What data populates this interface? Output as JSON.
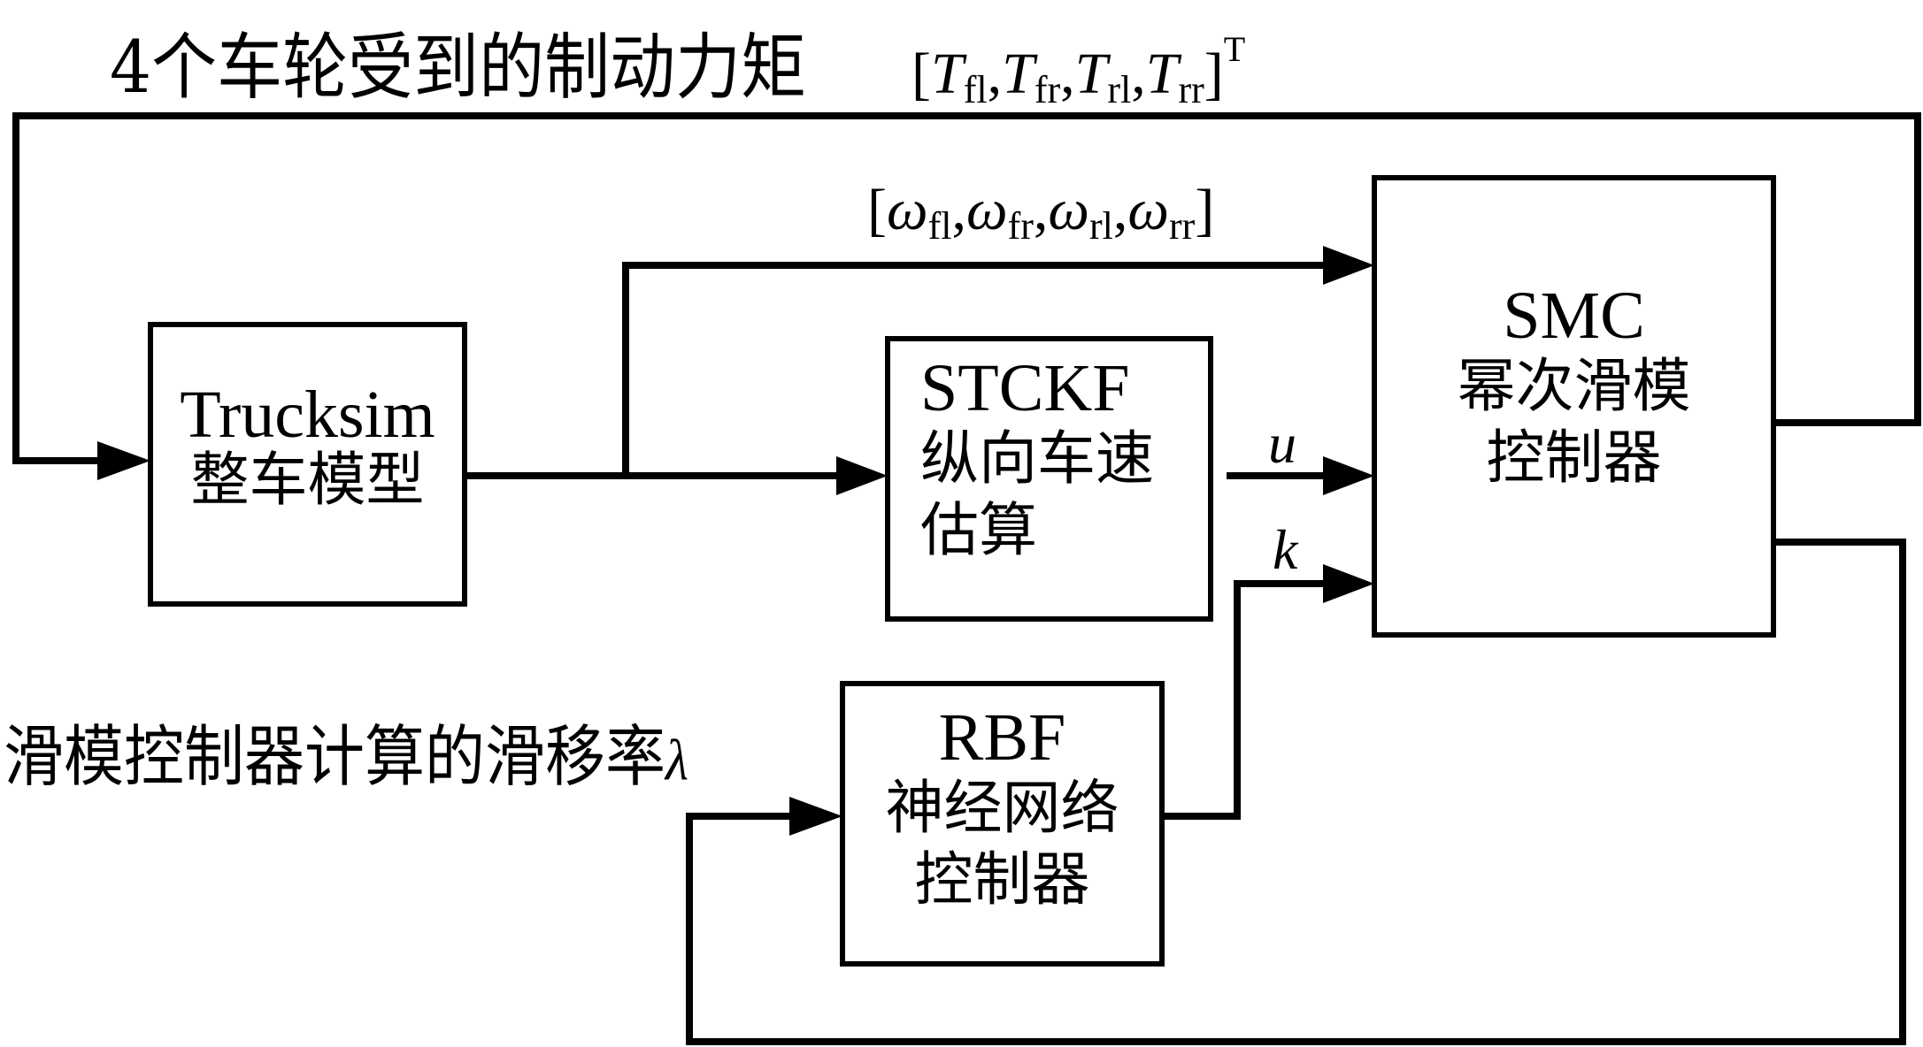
{
  "diagram": {
    "title": "SMC-RBF braking control system block diagram",
    "blocks": {
      "trucksim": {
        "line1": "Trucksim",
        "line2": "整车模型"
      },
      "stckf": {
        "line1": "STCKF",
        "line2": "纵向车速",
        "line3": "估算"
      },
      "smc": {
        "line1": "SMC",
        "line2": "幂次滑模",
        "line3": "控制器"
      },
      "rbf": {
        "line1": "RBF",
        "line2": "神经网络",
        "line3": "控制器"
      }
    },
    "labels": {
      "braking_torque_caption": "4个车轮受到的制动力矩",
      "torque_vector": {
        "symbol": "T",
        "subscripts": [
          "fl",
          "fr",
          "rl",
          "rr"
        ],
        "transpose": "T"
      },
      "wheel_speed_vector": {
        "symbol": "ω",
        "subscripts": [
          "fl",
          "fr",
          "rl",
          "rr"
        ]
      },
      "u_signal": "u",
      "k_signal": "k",
      "slip_rate_caption": "滑模控制器计算的滑移率",
      "slip_rate_symbol": "λ"
    },
    "connections": [
      {
        "from": "smc",
        "to": "trucksim",
        "signal": "braking torque vector"
      },
      {
        "from": "trucksim",
        "to": "smc",
        "signal": "wheel speed vector"
      },
      {
        "from": "trucksim",
        "to": "stckf",
        "signal": "vehicle states"
      },
      {
        "from": "stckf",
        "to": "smc",
        "signal": "u"
      },
      {
        "from": "rbf",
        "to": "smc",
        "signal": "k"
      },
      {
        "from": "smc",
        "to": "rbf",
        "signal": "slip rate λ"
      }
    ]
  }
}
